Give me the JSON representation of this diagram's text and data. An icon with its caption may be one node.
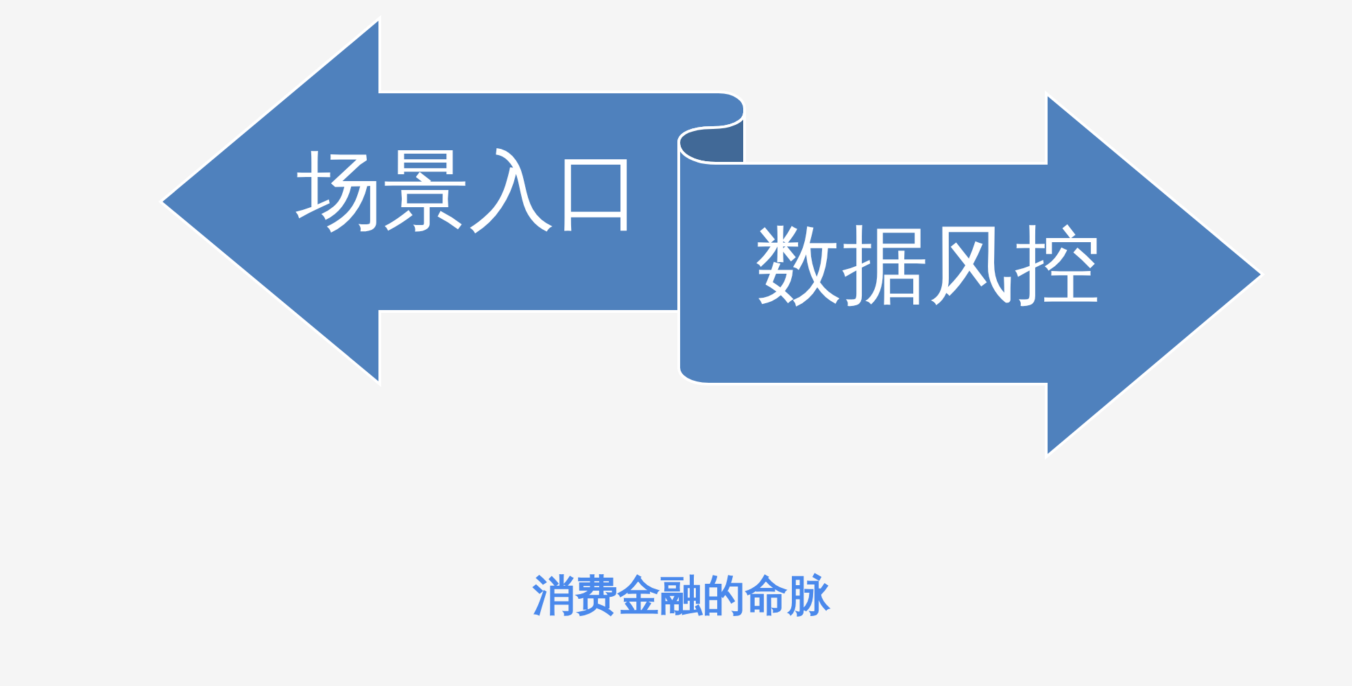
{
  "diagram": {
    "nodes": [
      {
        "text": [
          "场景入口"
        ]
      },
      {
        "text": [
          "数据风控"
        ]
      }
    ],
    "caption": "消费金融的命脉"
  }
}
